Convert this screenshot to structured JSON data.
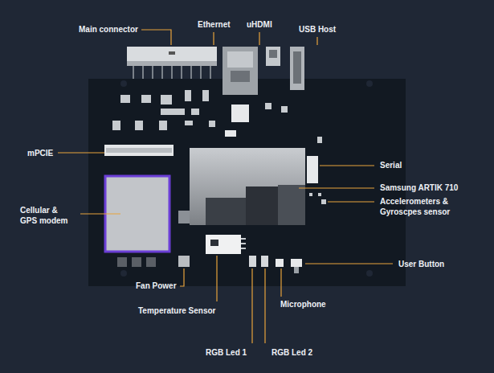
{
  "diagram": {
    "labels": [
      "Main connector",
      "Ethernet",
      "uHDMI",
      "USB Host",
      "mPCIE",
      "Cellular & GPS modem",
      "Serial",
      "Samsung ARTIK 710",
      "Accelerometers & Gyroscpes sensor",
      "User Button",
      "Fan Power",
      "Temperature Sensor",
      "Microphone",
      "RGB Led 1",
      "RGB Led 2"
    ]
  }
}
